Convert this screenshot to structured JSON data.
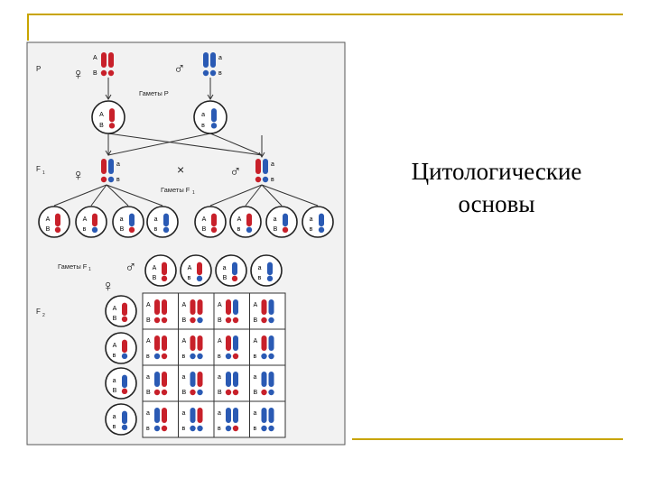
{
  "slide": {
    "title_line1": "Цитологические",
    "title_line2": "основы"
  },
  "diagram": {
    "label_p": "P",
    "label_f1": "F",
    "label_f1_sub": "1",
    "label_f2": "F",
    "label_f2_sub": "2",
    "label_gametes_p": "Гаметы Р",
    "label_gametes_f1": "Гаметы F",
    "label_gametes_f1_sub": "1",
    "label_gametes_f1_side": "Гаметы F",
    "label_gametes_f1_side_sub": "1",
    "cross_symbol": "×",
    "female_symbol": "♀",
    "male_symbol": "♂",
    "gamete_types": [
      {
        "top": "A",
        "bottom": "B",
        "c1": "#c8202a",
        "c2": "#c8202a"
      },
      {
        "top": "A",
        "bottom": "в",
        "c1": "#c8202a",
        "c2": "#2a5ab4"
      },
      {
        "top": "а",
        "bottom": "B",
        "c1": "#2a5ab4",
        "c2": "#c8202a"
      },
      {
        "top": "а",
        "bottom": "в",
        "c1": "#2a5ab4",
        "c2": "#2a5ab4"
      }
    ],
    "parent_female": {
      "top": [
        "A",
        "A"
      ],
      "bottom": [
        "B",
        "B"
      ]
    },
    "parent_male": {
      "top": [
        "а",
        "а"
      ],
      "bottom": [
        "в",
        "в"
      ]
    },
    "colors": {
      "red": "#c8202a",
      "blue": "#2a5ab4",
      "panel": "#f2f2f2",
      "gold": "#c8a400"
    }
  }
}
